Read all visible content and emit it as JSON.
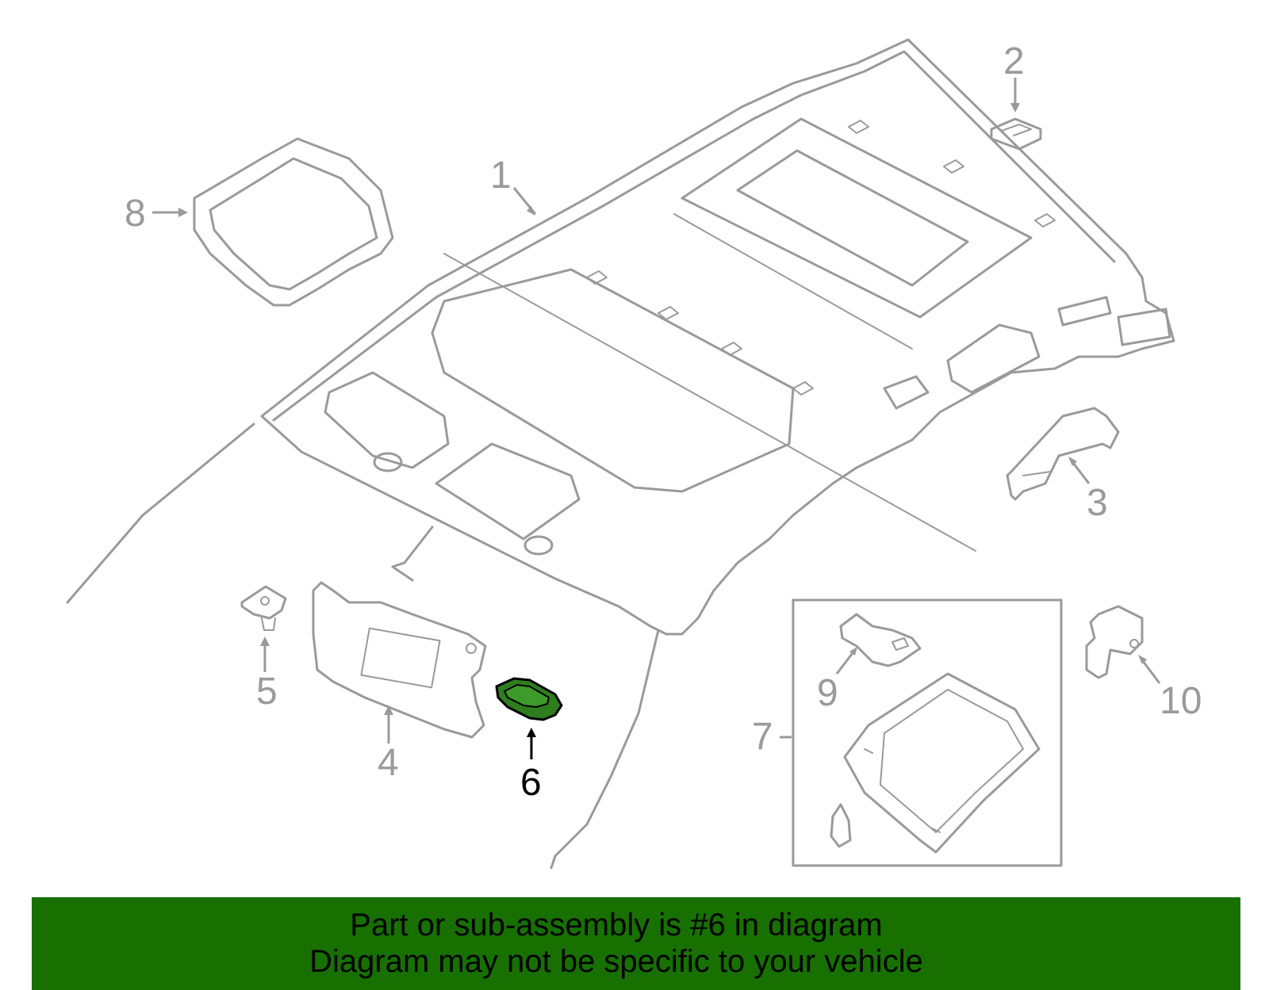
{
  "colors": {
    "line": "#9a9a9a",
    "highlight_fill": "#2e7d1e",
    "highlight_stroke": "#000000",
    "banner": "#177000"
  },
  "callouts": [
    {
      "id": "1",
      "label": "1"
    },
    {
      "id": "2",
      "label": "2"
    },
    {
      "id": "3",
      "label": "3"
    },
    {
      "id": "4",
      "label": "4"
    },
    {
      "id": "5",
      "label": "5"
    },
    {
      "id": "6",
      "label": "6",
      "highlighted": true
    },
    {
      "id": "7",
      "label": "7"
    },
    {
      "id": "8",
      "label": "8"
    },
    {
      "id": "9",
      "label": "9"
    },
    {
      "id": "10",
      "label": "10"
    }
  ],
  "banner": {
    "line1": "Part or sub-assembly is #6 in diagram",
    "line2": "Diagram may not be specific to your vehicle"
  }
}
